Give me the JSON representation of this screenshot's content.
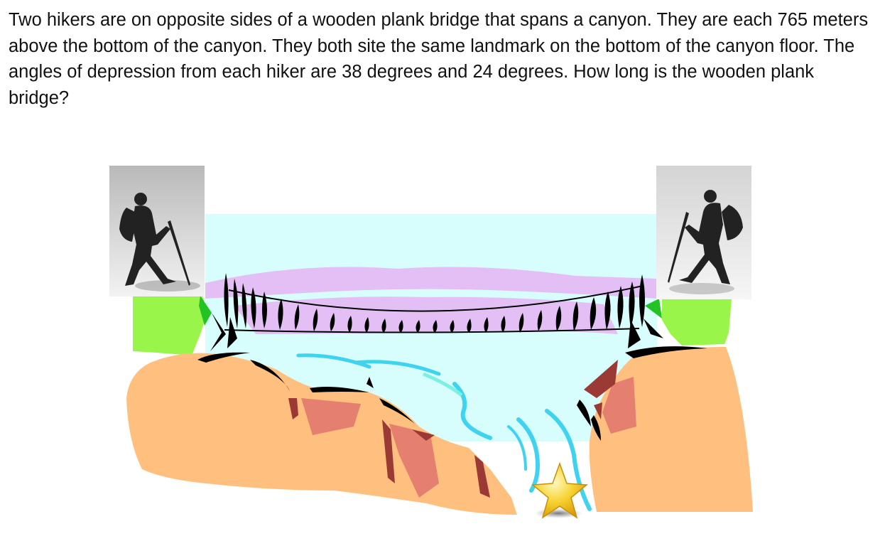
{
  "problem": {
    "text": "Two hikers are on opposite sides of a wooden plank bridge that spans a canyon. They are each 765 meters above the bottom of the canyon. They both site the same landmark on the bottom of the canyon floor. The angles of depression from each hiker are 38 degrees and 24 degrees. How long is the wooden plank bridge?"
  },
  "illustration": {
    "icons": {
      "left_hiker": "hiker-silhouette",
      "right_hiker": "hiker-silhouette",
      "bridge": "suspension-bridge",
      "landmark": "star"
    },
    "colors": {
      "sky": "#d8fdfd",
      "haze": "#e4bff5",
      "grass": "#99f54a",
      "rock": "#ffc07f",
      "rock_shadow": "#e57f6f",
      "rock_dark": "#9b3a34",
      "water": "#3fd3f0",
      "star": "#f5c80e"
    }
  }
}
